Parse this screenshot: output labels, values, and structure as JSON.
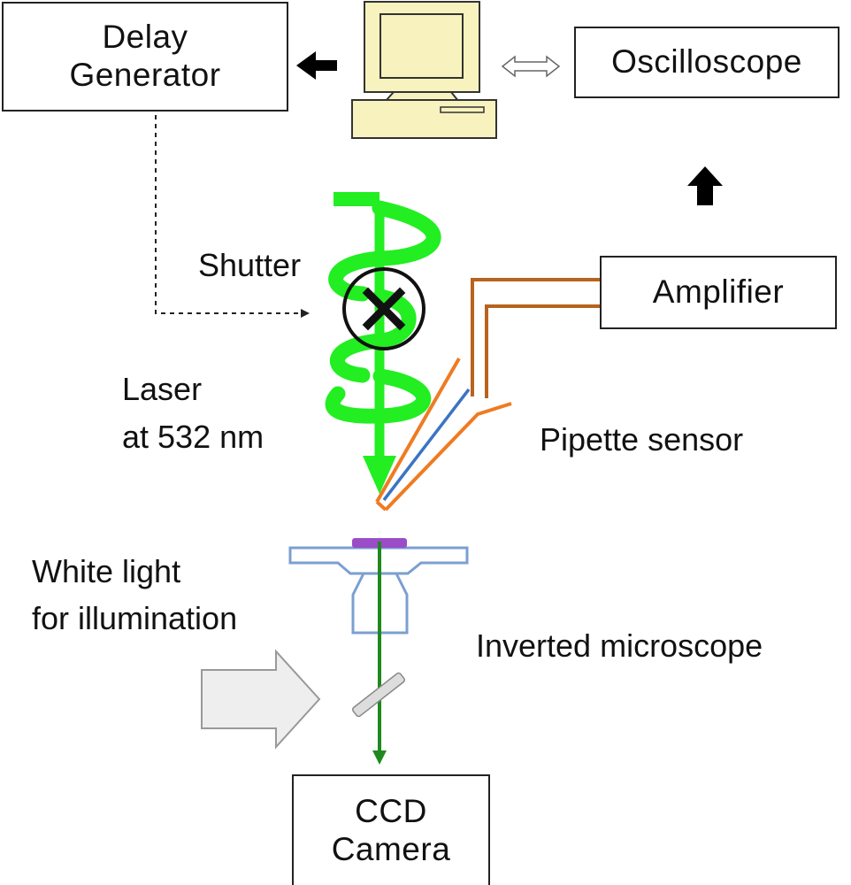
{
  "boxes": {
    "delay_generator": {
      "line1": "Delay",
      "line2": "Generator"
    },
    "oscilloscope": {
      "label": "Oscilloscope"
    },
    "amplifier": {
      "label": "Amplifier"
    },
    "ccd_camera": {
      "line1": "CCD",
      "line2": "Camera"
    }
  },
  "labels": {
    "shutter": "Shutter",
    "laser_line1": "Laser",
    "laser_line2": "at 532 nm",
    "pipette_sensor": "Pipette sensor",
    "white_light_line1": "White light",
    "white_light_line2": "for illumination",
    "inverted_microscope": "Inverted microscope"
  },
  "colors": {
    "laser_green": "#22ee22",
    "beam_dark_green": "#1e8a1e",
    "wire_brown": "#b8631e",
    "pipette_orange": "#ef7b22",
    "pipette_blue": "#3a74c4",
    "microscope_outline": "#7b9fd0",
    "sample_purple": "#9b4dc8",
    "computer_beige": "#f8f2be"
  },
  "icons": {
    "computer": "computer-icon",
    "shutter": "shutter-x-icon"
  }
}
